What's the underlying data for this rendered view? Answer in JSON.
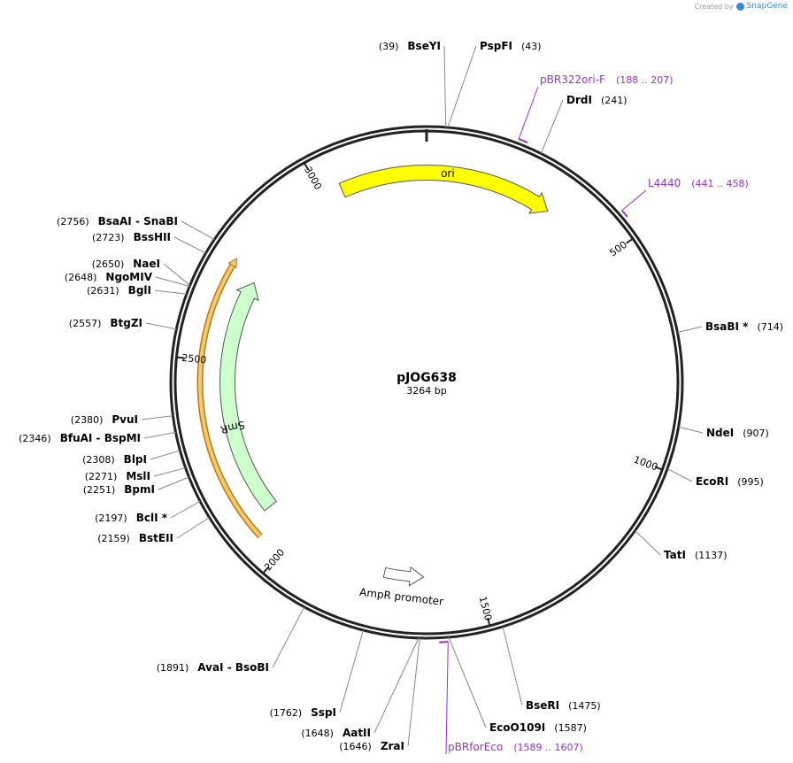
{
  "credit": {
    "prefix": "Created by",
    "brand": "SnapGene"
  },
  "plasmid": {
    "name": "pJOG638",
    "length_label": "3264 bp",
    "length_bp": 3264
  },
  "ticks": [
    {
      "label": "500",
      "bp": 500
    },
    {
      "label": "1000",
      "bp": 1000
    },
    {
      "label": "1500",
      "bp": 1500
    },
    {
      "label": "2000",
      "bp": 2000
    },
    {
      "label": "2500",
      "bp": 2500
    },
    {
      "label": "3000",
      "bp": 3000
    }
  ],
  "features": [
    {
      "name": "ori",
      "label": "ori",
      "start": 3049,
      "end": 320,
      "direction": "forward",
      "color": "#ffff00"
    },
    {
      "name": "smr",
      "label": "SmR",
      "start": 2100,
      "end": 2720,
      "direction": "forward",
      "color": "#ccffcc"
    },
    {
      "name": "ampr-promoter",
      "label": "AmpR promoter",
      "start": 1640,
      "end": 1745,
      "direction": "reverse",
      "color": "#ffffff"
    }
  ],
  "highlight_arc": {
    "start": 2060,
    "end": 2730,
    "color": "#f7c96a"
  },
  "sites": [
    {
      "name": "BseYI",
      "pos": "(39)",
      "bp": 39
    },
    {
      "name": "PspFI",
      "pos": "(43)",
      "bp": 43
    },
    {
      "name": "DrdI",
      "pos": "(241)",
      "bp": 241
    },
    {
      "name": "BsaBI *",
      "pos": "(714)",
      "bp": 714
    },
    {
      "name": "NdeI",
      "pos": "(907)",
      "bp": 907
    },
    {
      "name": "EcoRI",
      "pos": "(995)",
      "bp": 995
    },
    {
      "name": "TatI",
      "pos": "(1137)",
      "bp": 1137
    },
    {
      "name": "BseRI",
      "pos": "(1475)",
      "bp": 1475
    },
    {
      "name": "EcoO109I",
      "pos": "(1587)",
      "bp": 1587
    },
    {
      "name": "ZraI",
      "pos": "(1646)",
      "bp": 1646
    },
    {
      "name": "AatII",
      "pos": "(1648)",
      "bp": 1648
    },
    {
      "name": "SspI",
      "pos": "(1762)",
      "bp": 1762
    },
    {
      "name": "AvaI - BsoBI",
      "pos": "(1891)",
      "bp": 1891
    },
    {
      "name": "BstEII",
      "pos": "(2159)",
      "bp": 2159
    },
    {
      "name": "BclI *",
      "pos": "(2197)",
      "bp": 2197
    },
    {
      "name": "BpmI",
      "pos": "(2251)",
      "bp": 2251
    },
    {
      "name": "MslI",
      "pos": "(2271)",
      "bp": 2271
    },
    {
      "name": "BlpI",
      "pos": "(2308)",
      "bp": 2308
    },
    {
      "name": "BfuAI - BspMI",
      "pos": "(2346)",
      "bp": 2346
    },
    {
      "name": "PvuI",
      "pos": "(2380)",
      "bp": 2380
    },
    {
      "name": "BtgZI",
      "pos": "(2557)",
      "bp": 2557
    },
    {
      "name": "BglI",
      "pos": "(2631)",
      "bp": 2631
    },
    {
      "name": "NgoMIV",
      "pos": "(2648)",
      "bp": 2648
    },
    {
      "name": "NaeI",
      "pos": "(2650)",
      "bp": 2650
    },
    {
      "name": "BssHII",
      "pos": "(2723)",
      "bp": 2723
    },
    {
      "name": "BsaAI - SnaBI",
      "pos": "(2756)",
      "bp": 2756
    }
  ],
  "primers": [
    {
      "name": "pBR322ori-F",
      "range": "(188 .. 207)",
      "start": 188,
      "end": 207
    },
    {
      "name": "L4440",
      "range": "(441 .. 458)",
      "start": 441,
      "end": 458
    },
    {
      "name": "pBRforEco",
      "range": "(1589 .. 1607)",
      "start": 1589,
      "end": 1607
    }
  ]
}
